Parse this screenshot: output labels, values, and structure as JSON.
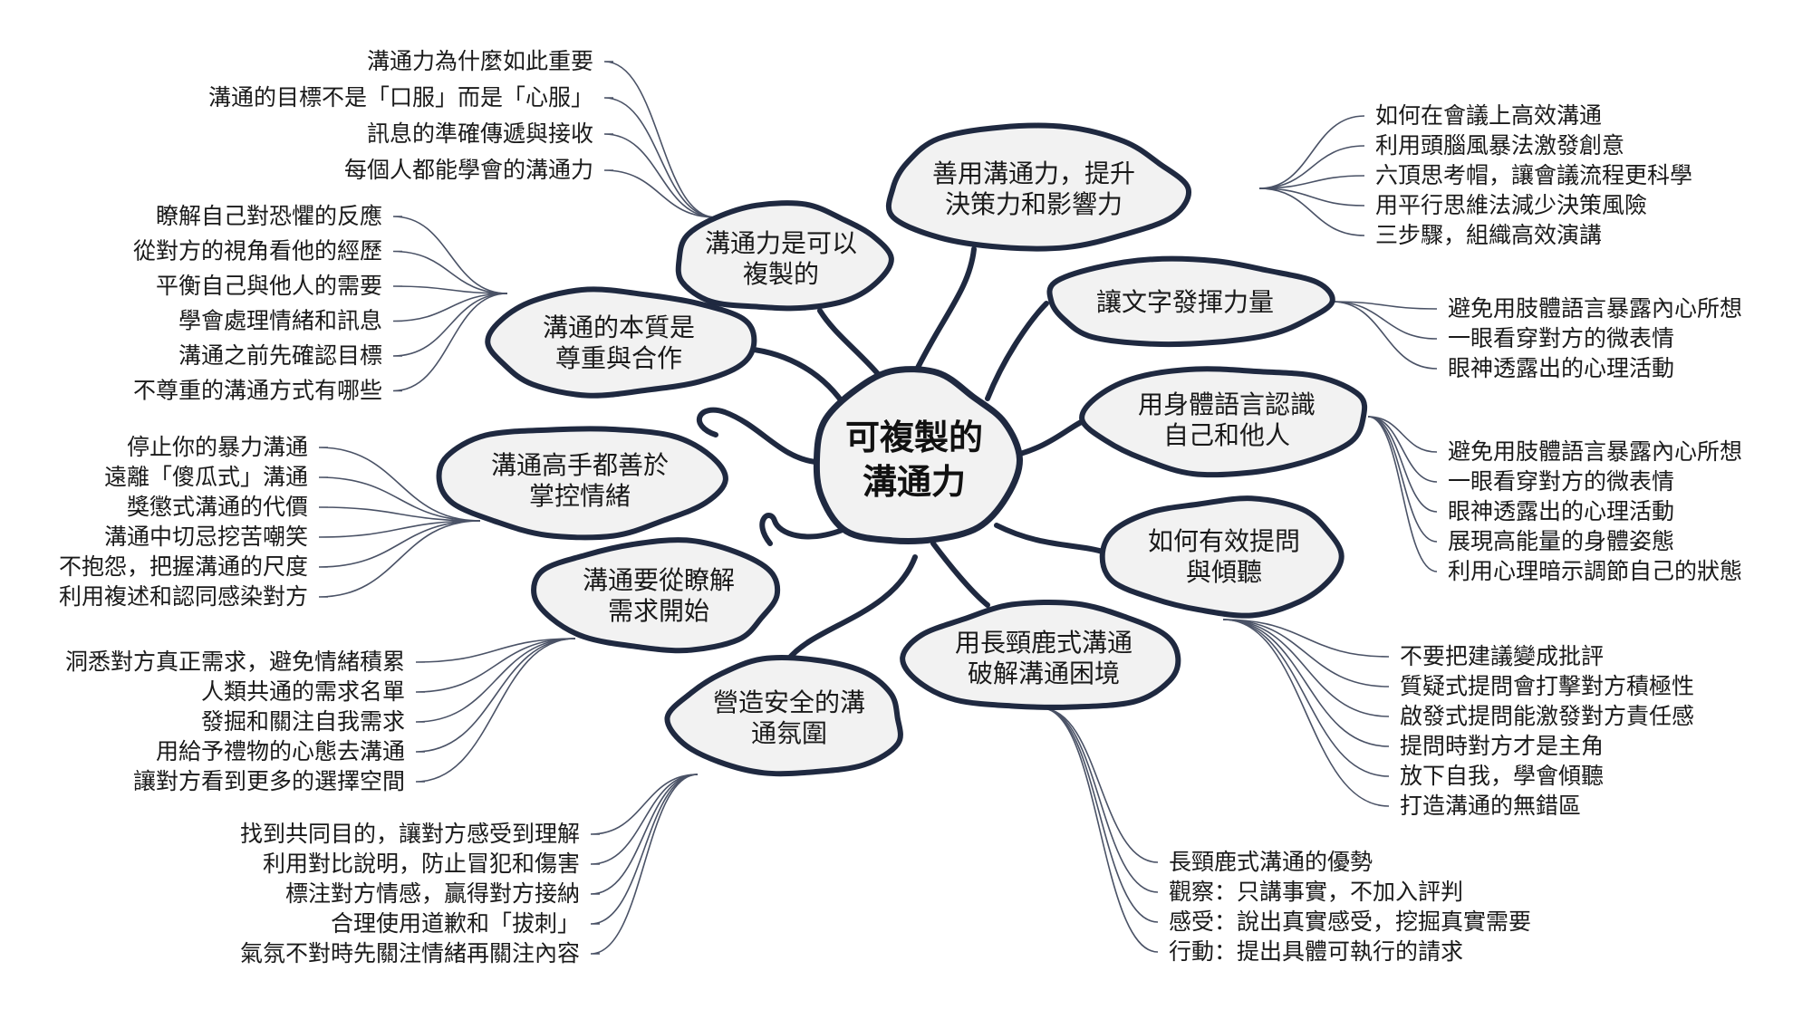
{
  "colors": {
    "line": "#4a5266",
    "bubble_stroke": "#1f2940",
    "bubble_fill": "#f2f2f2",
    "text": "#1a1a1a"
  },
  "center": {
    "line1": "可複製的",
    "line2": "溝通力"
  },
  "branches": [
    {
      "id": "b1",
      "title": [
        "溝通力是可以",
        "複製的"
      ],
      "items": [
        "溝通力為什麼如此重要",
        "溝通的目標不是「口服」而是「心服」",
        "訊息的準確傳遞與接收",
        "每個人都能學會的溝通力"
      ]
    },
    {
      "id": "b2",
      "title": [
        "溝通的本質是",
        "尊重與合作"
      ],
      "items": [
        "瞭解自己對恐懼的反應",
        "從對方的視角看他的經歷",
        "平衡自己與他人的需要",
        "學會處理情緒和訊息",
        "溝通之前先確認目標",
        "不尊重的溝通方式有哪些"
      ]
    },
    {
      "id": "b3",
      "title": [
        "溝通高手都善於",
        "掌控情緒"
      ],
      "items": [
        "停止你的暴力溝通",
        "遠離「傻瓜式」溝通",
        "獎懲式溝通的代價",
        "溝通中切忌挖苦嘲笑",
        "不抱怨，把握溝通的尺度",
        "利用複述和認同感染對方"
      ]
    },
    {
      "id": "b4",
      "title": [
        "溝通要從瞭解",
        "需求開始"
      ],
      "items": [
        "洞悉對方真正需求，避免情緒積累",
        "人類共通的需求名單",
        "發掘和關注自我需求",
        "用給予禮物的心態去溝通",
        "讓對方看到更多的選擇空間"
      ]
    },
    {
      "id": "b5",
      "title": [
        "營造安全的溝",
        "通氛圍"
      ],
      "items": [
        "找到共同目的，讓對方感受到理解",
        "利用對比說明，防止冒犯和傷害",
        "標注對方情感，贏得對方接納",
        "合理使用道歉和「拔刺」",
        "氣氛不對時先關注情緒再關注內容"
      ]
    },
    {
      "id": "b6",
      "title": [
        "善用溝通力，提升",
        "決策力和影響力"
      ],
      "items": [
        "如何在會議上高效溝通",
        "利用頭腦風暴法激發創意",
        "六頂思考帽，讓會議流程更科學",
        "用平行思維法減少決策風險",
        "三步驟，組織高效演講"
      ]
    },
    {
      "id": "b7",
      "title": [
        "讓文字發揮力量"
      ],
      "items": [
        "避免用肢體語言暴露內心所想",
        "一眼看穿對方的微表情",
        "眼神透露出的心理活動"
      ]
    },
    {
      "id": "b8",
      "title": [
        "用身體語言認識",
        "自己和他人"
      ],
      "items": [
        "避免用肢體語言暴露內心所想",
        "一眼看穿對方的微表情",
        "眼神透露出的心理活動",
        "展現高能量的身體姿態",
        "利用心理暗示調節自己的狀態"
      ]
    },
    {
      "id": "b9",
      "title": [
        "如何有效提問",
        "與傾聽"
      ],
      "items": [
        "不要把建議變成批評",
        "質疑式提問會打擊對方積極性",
        "啟發式提問能激發對方責任感",
        "提問時對方才是主角",
        "放下自我，學會傾聽",
        "打造溝通的無錯區"
      ]
    },
    {
      "id": "b10",
      "title": [
        "用長頸鹿式溝通",
        "破解溝通困境"
      ],
      "items": [
        "長頸鹿式溝通的優勢",
        "觀察：只講事實，不加入評判",
        "感受：說出真實感受，挖掘真實需要",
        "行動：提出具體可執行的請求"
      ]
    }
  ]
}
